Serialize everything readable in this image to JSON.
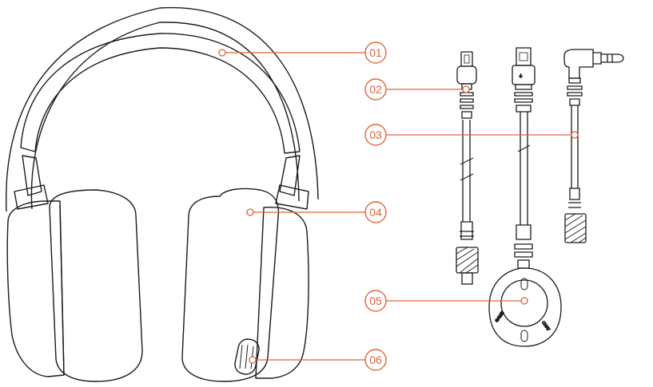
{
  "colors": {
    "accent": "#e0633a",
    "line": "#1a1a1a",
    "background": "#ffffff"
  },
  "callouts": [
    {
      "label": "01",
      "part": "headband"
    },
    {
      "label": "02",
      "part": "usb-cable-micro"
    },
    {
      "label": "03",
      "part": "audio-cable"
    },
    {
      "label": "04",
      "part": "ear-cushion"
    },
    {
      "label": "05",
      "part": "volume-control"
    },
    {
      "label": "06",
      "part": "headset-port"
    }
  ]
}
